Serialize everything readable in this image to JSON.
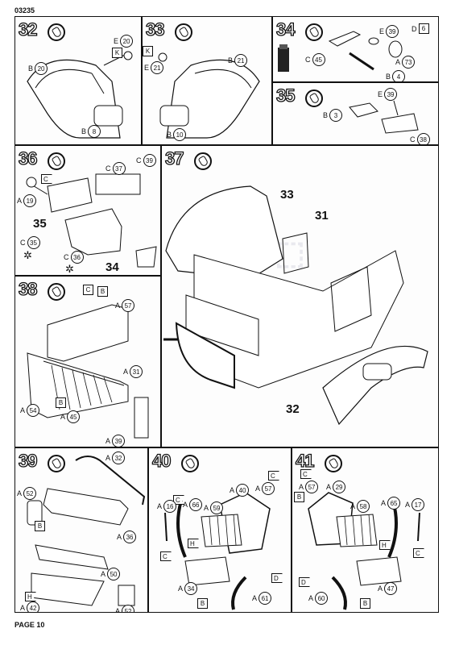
{
  "header": {
    "code": "03235"
  },
  "footer": {
    "page": "PAGE 10"
  },
  "steps": {
    "s32": {
      "num": "32",
      "E": "E",
      "E_n": "20",
      "K": "K",
      "B": "B",
      "B_n1": "20",
      "B_n2": "8"
    },
    "s33": {
      "num": "33",
      "K": "K",
      "E": "E",
      "E_n": "21",
      "B": "B",
      "B_n1": "21",
      "B_n2": "10"
    },
    "s34": {
      "num": "34",
      "E": "E",
      "E_n": "39",
      "D": "D",
      "D_n": "6",
      "C": "C",
      "C_n": "45",
      "A": "A",
      "A_n": "73",
      "B": "B",
      "B_n": "4"
    },
    "s35": {
      "num": "35",
      "E": "E",
      "E_n": "39",
      "B": "B",
      "B_n": "3",
      "C": "C",
      "C_n": "38"
    },
    "s36": {
      "num": "36",
      "C": "C",
      "C_n1": "37",
      "C_n2": "39",
      "Cflag": "C",
      "A": "A",
      "A_n": "19",
      "ref35": "35",
      "C_n3": "35",
      "C_n4": "36",
      "ref34": "34"
    },
    "s37": {
      "num": "37",
      "ref33": "33",
      "ref31": "31",
      "ref32": "32"
    },
    "s38": {
      "num": "38",
      "C": "C",
      "B": "B",
      "A": "A",
      "A_n1": "57",
      "A_n2": "31",
      "A_n3": "54",
      "A_n4": "45",
      "A_n5": "39"
    },
    "s39": {
      "num": "39",
      "A": "A",
      "A_n1": "32",
      "A_n2": "52",
      "A_n3": "36",
      "A_n4": "50",
      "A_n5": "42",
      "A_n6": "52",
      "B": "B",
      "H": "H"
    },
    "s40": {
      "num": "40",
      "A": "A",
      "C": "C",
      "A_n1": "16",
      "A_n2": "66",
      "A_n3": "59",
      "A_n4": "40",
      "A_n5": "57",
      "A_n6": "34",
      "A_n7": "61",
      "B": "B",
      "H": "H",
      "D": "D"
    },
    "s41": {
      "num": "41",
      "A": "A",
      "C": "C",
      "A_n1": "57",
      "A_n2": "29",
      "A_n3": "58",
      "A_n4": "65",
      "A_n5": "17",
      "A_n6": "60",
      "A_n7": "47",
      "B": "B",
      "H": "H",
      "D": "D"
    }
  }
}
